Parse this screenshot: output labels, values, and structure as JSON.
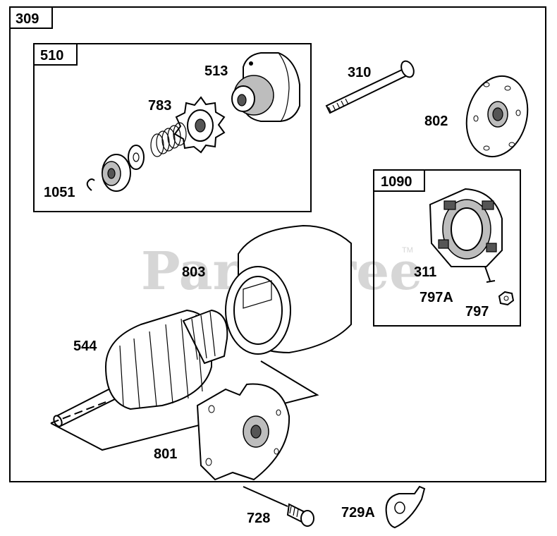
{
  "watermark": {
    "text": "PartsTree",
    "trademark": "TM"
  },
  "boxes": {
    "outer": "309",
    "drive": "510",
    "brush": "1090"
  },
  "parts": {
    "p513": "513",
    "p783": "783",
    "p1051": "1051",
    "p310": "310",
    "p802": "802",
    "p803": "803",
    "p311": "311",
    "p797a": "797A",
    "p797": "797",
    "p544": "544",
    "p801": "801",
    "p728": "728",
    "p729a": "729A"
  }
}
